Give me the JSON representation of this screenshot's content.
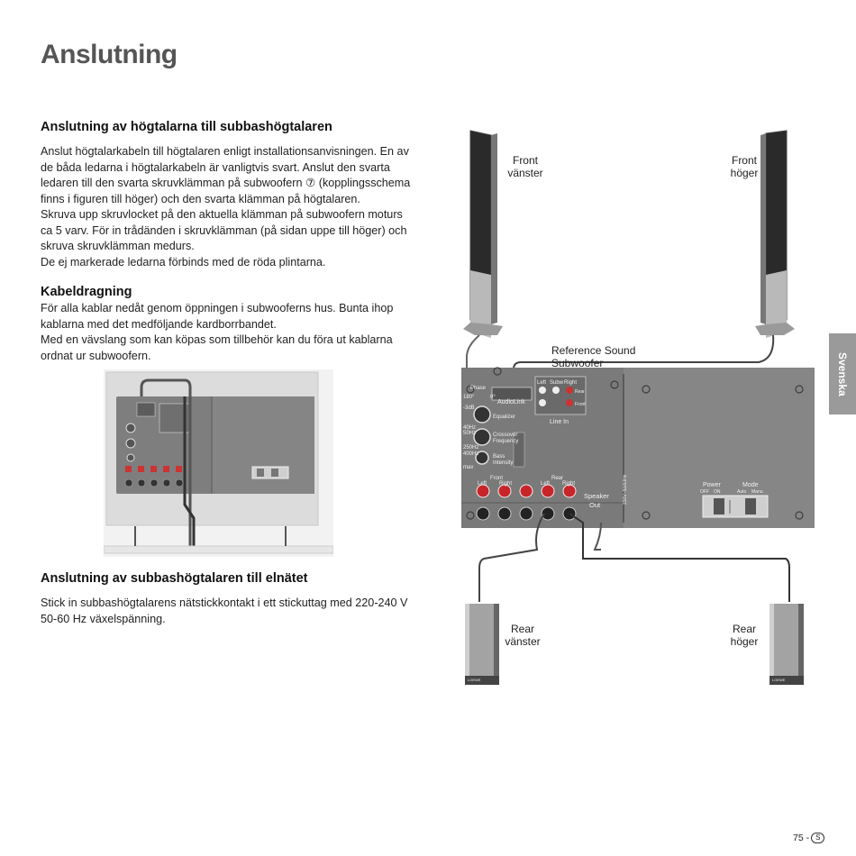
{
  "page": {
    "title": "Anslutning",
    "side_tab": "Svenska",
    "page_number": "75 -",
    "lang_badge": "S"
  },
  "sections": [
    {
      "heading": "Anslutning av högtalarna till subbashögtalaren",
      "paragraphs": [
        "Anslut högtalarkabeln till högtalaren enligt installationsanvisningen. En av de båda ledarna i högtalarkabeln är vanligtvis svart. Anslut den svarta ledaren till den svarta skruvklämman på subwoofern ⑦ (kopplingsschema finns i figuren till höger) och den svarta klämman på högtalaren.",
        "Skruva upp skruvlocket på den aktuella klämman på subwoofern moturs ca 5 varv. För in trådänden i skruvklämman (på sidan uppe till höger) och skruva skruvklämman medurs.",
        "De ej markerade ledarna förbinds med de röda plintarna."
      ]
    },
    {
      "heading": "Kabeldragning",
      "paragraphs": [
        "För alla kablar nedåt genom öppningen i subwooferns hus. Bunta ihop kablarna med det medföljande kardborrbandet.",
        "Med en vävslang som kan köpas som tillbehör kan du föra ut kablarna ordnat ur subwoofern."
      ]
    },
    {
      "heading": "Anslutning av  subbashögtalaren till elnätet",
      "paragraphs": [
        "Stick in subbashögtalarens nätstickkontakt i ett stickuttag med 220-240 V  50-60 Hz växelspänning."
      ]
    }
  ],
  "diagram": {
    "front_left": [
      "Front",
      "vänster"
    ],
    "front_right": [
      "Front",
      "höger"
    ],
    "rear_left": [
      "Rear",
      "vänster"
    ],
    "rear_right": [
      "Rear",
      "höger"
    ],
    "subwoofer": "Reference Sound Subwoofer",
    "panel": {
      "phase": "Phase",
      "phase_180": "180°",
      "phase_0": "0°",
      "audiolink": "AudioLink",
      "left": "Left",
      "subw": "Subw",
      "right": "Right",
      "rear": "Rear",
      "front": "Front",
      "line_in": "Line In",
      "minus6db": "-3dB",
      "equalizer": "Equalizer",
      "hz40": "40Hz",
      "hz50": "50Hz",
      "hz250": "250Hz",
      "hz400": "400Hz",
      "crossover": "Crossover",
      "frequency": "Frequency",
      "bass": "Bass",
      "intensity": "Intensity",
      "max": "max",
      "front_group": "Front",
      "rear_group": "Rear",
      "speaker_out_1": "Speaker",
      "speaker_out_2": "Out",
      "power": "Power",
      "off": "OFF",
      "on": "ON",
      "mode": "Mode",
      "auto": "Auto",
      "manu": "Manu.",
      "voltage": "230V~50/60Hz",
      "loewe": "LOEWE"
    }
  }
}
